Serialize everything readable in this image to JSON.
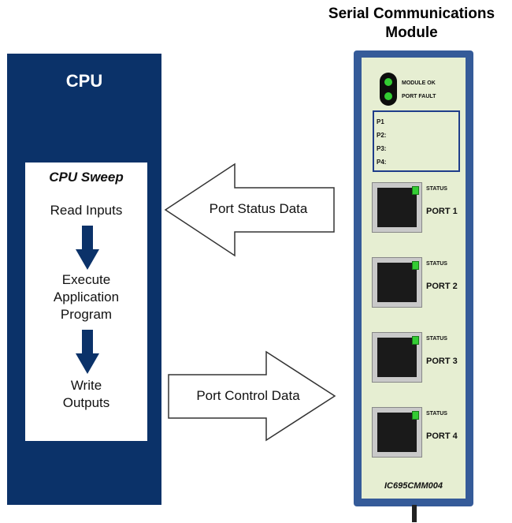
{
  "cpu": {
    "title": "CPU",
    "sweep": {
      "title": "CPU Sweep",
      "step1": "Read Inputs",
      "step2_lines": [
        "Execute",
        "Application",
        "Program"
      ],
      "step3_lines": [
        "Write",
        "Outputs"
      ]
    }
  },
  "arrows": {
    "status": "Port Status Data",
    "control": "Port Control Data"
  },
  "module": {
    "title_lines": [
      "Serial Communications",
      "Module"
    ],
    "led_labels": [
      "MODULE OK",
      "PORT FAULT"
    ],
    "display_lines": [
      "P1",
      "P2:",
      "P3:",
      "P4:"
    ],
    "ports": [
      {
        "status_label": "STATUS",
        "name": "PORT 1"
      },
      {
        "status_label": "STATUS",
        "name": "PORT 2"
      },
      {
        "status_label": "STATUS",
        "name": "PORT 3"
      },
      {
        "status_label": "STATUS",
        "name": "PORT 4"
      }
    ],
    "model": "IC695CMM004"
  },
  "colors": {
    "cpu_blue": "#0b3269",
    "module_blue": "#355b99",
    "module_face": "#e6eed2",
    "led_green": "#33cc33"
  }
}
